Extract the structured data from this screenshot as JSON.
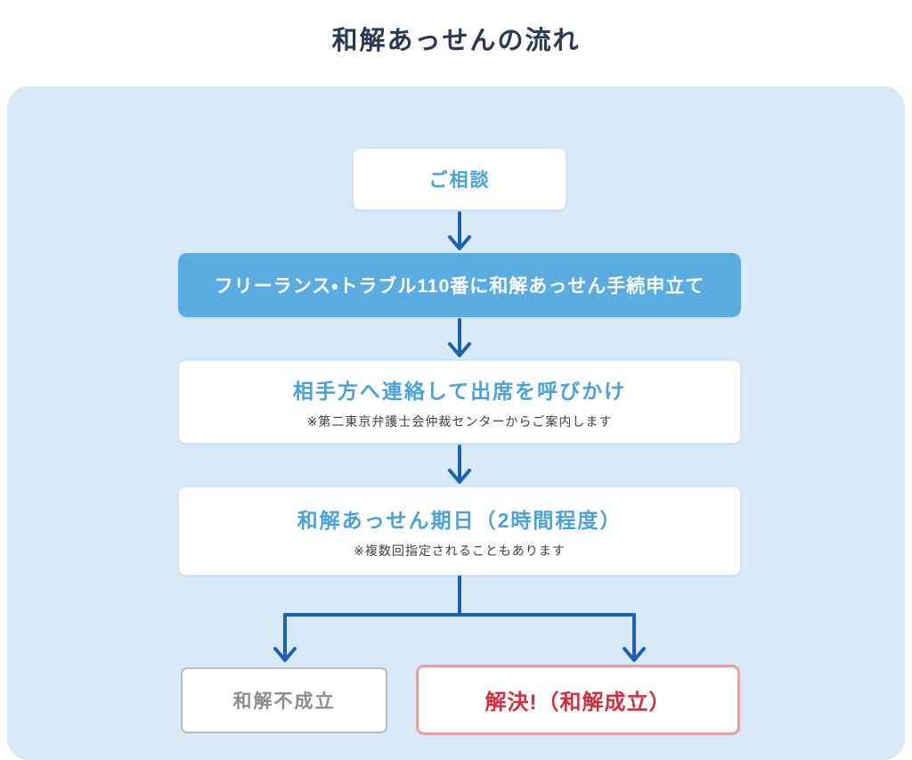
{
  "page": {
    "title": "和解あっせんの流れ"
  },
  "flow": {
    "step1": {
      "label": "ご相談"
    },
    "step2": {
      "label": "フリーランス・トラブル110番に和解あっせん手続申立て"
    },
    "step3": {
      "label": "相手方へ連絡して出席を呼びかけ",
      "note": "※第二東京弁護士会仲裁センターからご案内します"
    },
    "step4": {
      "label": "和解あっせん期日（2時間程度）",
      "note": "※複数回指定されることもあります"
    },
    "outcome_fail": {
      "label": "和解不成立"
    },
    "outcome_success": {
      "label": "解決!（和解成立）"
    }
  },
  "colors": {
    "container_bg": "#d7e8f6",
    "accent_blue": "#5bace0",
    "text_blue": "#4aa2da",
    "arrow_blue": "#1e63ae",
    "title_navy": "#2b3a52",
    "fail_gray": "#8c8c8c",
    "success_red": "#d42f3f",
    "success_border": "#f09aa2"
  }
}
